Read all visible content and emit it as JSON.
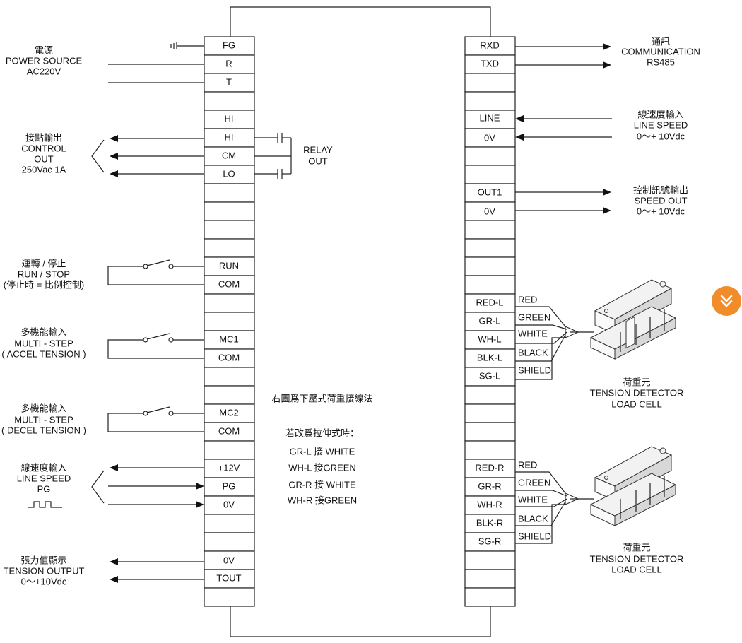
{
  "left_terminals": {
    "r1": "FG",
    "r2": "R",
    "r3": "T",
    "r4": "",
    "r5": "HI",
    "r6": "CM",
    "r7": "LO",
    "r8": "",
    "r9": "",
    "r10": "",
    "r11": "",
    "r12": "RUN",
    "r13": "COM",
    "r14": "",
    "r15": "MC1",
    "r16": "COM",
    "r17": "",
    "r18": "MC2",
    "r19": "COM",
    "r20": "",
    "r21": "+12V",
    "r22": "PG",
    "r23": "0V",
    "r24": "",
    "r25": "",
    "r26": "0V",
    "r27": "TOUT",
    "r28": ""
  },
  "right_terminals": {
    "r1": "RXD",
    "r2": "TXD",
    "r3": "",
    "r4": "",
    "r5": "LINE",
    "r6": "0V",
    "r7": "",
    "r8": "",
    "r9": "OUT1",
    "r10": "0V",
    "r11": "",
    "r12": "",
    "r13": "",
    "r14": "",
    "r15": "",
    "r16": "RED-L",
    "r17": "GR-L",
    "r18": "WH-L",
    "r19": "BLK-L",
    "r20": "SG-L",
    "r21": "",
    "r22": "",
    "r23": "",
    "r24": "",
    "r25": "RED-R",
    "r26": "GR-R",
    "r27": "WH-R",
    "r28": "BLK-R",
    "r29": "SG-R",
    "r30": "",
    "r31": "",
    "r32": ""
  },
  "left_labels": {
    "power": [
      "電源",
      "POWER SOURCE",
      "AC220V"
    ],
    "control_out": [
      "接點輸出",
      "CONTROL",
      "OUT",
      "250Vac 1A"
    ],
    "relay_out": [
      "RELAY",
      "OUT"
    ],
    "run_stop": [
      "運轉 / 停止",
      "RUN / STOP",
      "(停止時 = 比例控制)"
    ],
    "multi_accel": [
      "多機能輸入",
      "MULTI - STEP",
      "( ACCEL TENSION )"
    ],
    "multi_decel": [
      "多機能輸入",
      "MULTI - STEP",
      "( DECEL TENSION )"
    ],
    "line_speed": [
      "線速度輸入",
      "LINE SPEED",
      "PG"
    ],
    "tension_output": [
      "張力值顯示",
      "TENSION OUTPUT",
      "0～+10Vdc"
    ]
  },
  "right_labels": {
    "communication": [
      "通訊",
      "COMMUNICATION",
      "RS485"
    ],
    "line_speed": [
      "線速度輸入",
      "LINE SPEED",
      "0～+ 10Vdc"
    ],
    "speed_out": [
      "控制訊號輸出",
      "SPEED OUT",
      "0～+ 10Vdc"
    ],
    "load_cell_1": [
      "荷重元",
      "TENSION DETECTOR",
      "LOAD CELL"
    ],
    "load_cell_2": [
      "荷重元",
      "TENSION DETECTOR",
      "LOAD CELL"
    ]
  },
  "wire_colors": [
    "RED",
    "GREEN",
    "WHITE",
    "BLACK",
    "SHIELD"
  ],
  "center_notes": {
    "heading": "右圖爲下壓式荷重接線法",
    "subheading": "若改爲拉伸式時：",
    "lines": [
      "GR-L 接 WHITE",
      "WH-L 接GREEN",
      "GR-R 接 WHITE",
      "WH-R 接GREEN"
    ]
  },
  "scroll_button": {
    "icon": "double-chevron-down-icon",
    "color": "#f08c2a"
  }
}
